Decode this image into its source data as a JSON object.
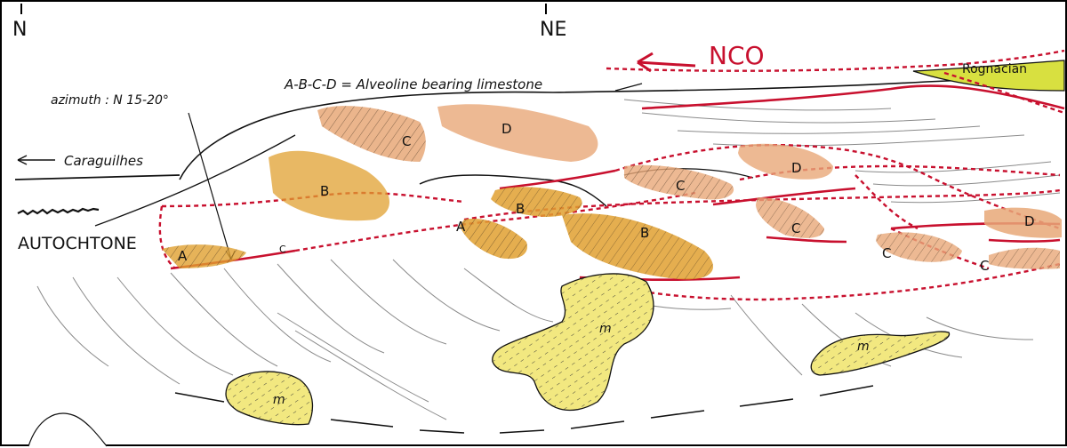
{
  "compass": {
    "left": "N",
    "middle": "NE"
  },
  "fault_label": "NCO",
  "legend_text": "A-B-C-D = Alveoline bearing limestone",
  "azimuth_label": "azimuth : N 15-20°",
  "caraguilhes_label": "Caraguilhes",
  "autochtone_label": "AUTOCHTONE",
  "rognacian_label": "Rognacian",
  "units": {
    "A1": "A",
    "A2": "A",
    "B1": "B",
    "B2": "B",
    "B3": "B",
    "C1": "C",
    "C2": "C",
    "C3": "C",
    "C4": "C",
    "C5": "C",
    "C6": "C",
    "D1": "D",
    "D2": "D",
    "D3": "D"
  },
  "marl_label": "m",
  "colors": {
    "fault_red": "#c8102e",
    "limestone_orange": "#e8a878",
    "limestone_amber": "#e0a030",
    "marl_yellow": "#f2e880",
    "rognacian_yellow": "#d8e040",
    "line_grey": "#8a8a8a"
  }
}
